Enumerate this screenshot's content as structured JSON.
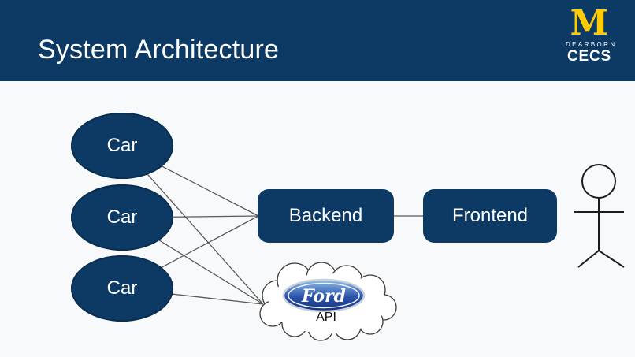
{
  "header": {
    "title": "System Architecture",
    "logo": {
      "m": "M",
      "dearborn": "DEARBORN",
      "cecs": "CECS"
    }
  },
  "diagram": {
    "cars": [
      {
        "label": "Car"
      },
      {
        "label": "Car"
      },
      {
        "label": "Car"
      }
    ],
    "backend_label": "Backend",
    "frontend_label": "Frontend",
    "cloud": {
      "brand": "Ford",
      "label": "API"
    },
    "edges": [
      {
        "from": "car-1",
        "to": "backend"
      },
      {
        "from": "car-2",
        "to": "backend"
      },
      {
        "from": "car-3",
        "to": "backend"
      },
      {
        "from": "car-1",
        "to": "ford-api-cloud"
      },
      {
        "from": "car-2",
        "to": "ford-api-cloud"
      },
      {
        "from": "car-3",
        "to": "ford-api-cloud"
      },
      {
        "from": "backend",
        "to": "frontend"
      }
    ],
    "actor": "user"
  },
  "colors": {
    "navy": "#0d3a64",
    "maize": "#ffcb05",
    "background": "#f8f9fa",
    "edge_line": "#5a5a5a",
    "ford_blue": "#1c3f94",
    "text_on_navy": "#ffffff"
  },
  "icons": [
    "um-block-m-icon",
    "ford-logo-icon",
    "cloud-icon",
    "user-stick-figure-icon"
  ]
}
